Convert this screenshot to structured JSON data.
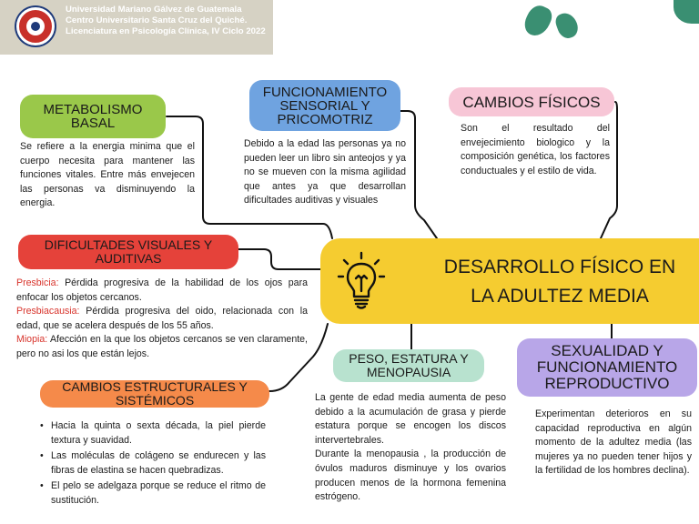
{
  "header": {
    "university": "Universidad Mariano Gálvez de Guatemala",
    "campus": "Centro Universitario Santa Cruz del Quiché.",
    "program": "Licenciatura en Psicología Clínica, IV Ciclo 2022"
  },
  "center": {
    "title_line1": "DESARROLLO FÍSICO EN",
    "title_line2": "LA ADULTEZ MEDIA"
  },
  "metabolismo": {
    "title_line1": "METABOLISMO",
    "title_line2": "BASAL",
    "text": "Se refiere a la energia minima que el cuerpo necesita para mantener las funciones vitales. Entre más envejecen las personas va disminuyendo la energia."
  },
  "funcionamiento": {
    "title_line1": "FUNCIONAMIENTO",
    "title_line2": "SENSORIAL Y",
    "title_line3": "PRICOMOTRIZ",
    "text": "Debido a la edad las personas ya no pueden leer un libro sin anteojos y ya no se mueven con la misma agilidad que antes ya  que desarrollan dificultades auditivas y visuales"
  },
  "cambios_fisicos": {
    "title": "CAMBIOS FÍSICOS",
    "text": "Son el resultado del envejecimiento biologico y la composición genética, los factores conductuales y el estilo de vida."
  },
  "dificultades": {
    "title_line1": "DIFICULTADES VISUALES Y",
    "title_line2": "AUDITIVAS",
    "items": [
      {
        "term": "Presbicia:",
        "text": " Pérdida progresiva de la habilidad de los ojos para enfocar los objetos cercanos."
      },
      {
        "term": "Presbiacausia:",
        "text": " Pérdida progresiva del oido, relacionada con la edad, que se acelera después de los 55 años."
      },
      {
        "term": "Miopia:",
        "text": " Afección en la que los objetos cercanos se ven claramente, pero no asi los que están lejos."
      }
    ]
  },
  "cambios_estructurales": {
    "title_line1": "CAMBIOS ESTRUCTURALES Y",
    "title_line2": "SISTÉMICOS",
    "bullets": [
      "Hacia la quinta o sexta década, la piel pierde textura y suavidad.",
      " Las moléculas de colágeno se endurecen y las fibras de elastina se hacen quebradizas.",
      "El pelo se adelgaza porque se reduce el ritmo de sustitución."
    ]
  },
  "peso": {
    "title_line1": "PESO, ESTATURA Y",
    "title_line2": "MENOPAUSIA",
    "text1": "La gente de edad media aumenta de peso debido a la acumulación de grasa y pierde estatura porque se encogen los discos intervertebrales.",
    "text2": "Durante la menopausia , la producción de óvulos maduros disminuye y los ovarios producen menos de la hormona femenina estrógeno."
  },
  "sexualidad": {
    "title_line1": "SEXUALIDAD Y",
    "title_line2": "FUNCIONAMIENTO",
    "title_line3": "REPRODUCTIVO",
    "text": "Experimentan deterioros en su capacidad reproductiva en algún momento de la adultez media (las mujeres ya no pueden tener hijos y la fertilidad de los hombres declina)."
  },
  "colors": {
    "center": "#f5cc30",
    "metabolismo": "#9ac84a",
    "funcionamiento": "#6fa3e0",
    "cambios_fisicos": "#f7c6d6",
    "dificultades": "#e5423a",
    "cambios_estructurales": "#f58a4a",
    "peso": "#b8e2cf",
    "sexualidad": "#b8a6e8",
    "accent_red": "#d8342c"
  },
  "icons": {
    "center": "lightbulb-icon",
    "logo": "university-seal"
  }
}
